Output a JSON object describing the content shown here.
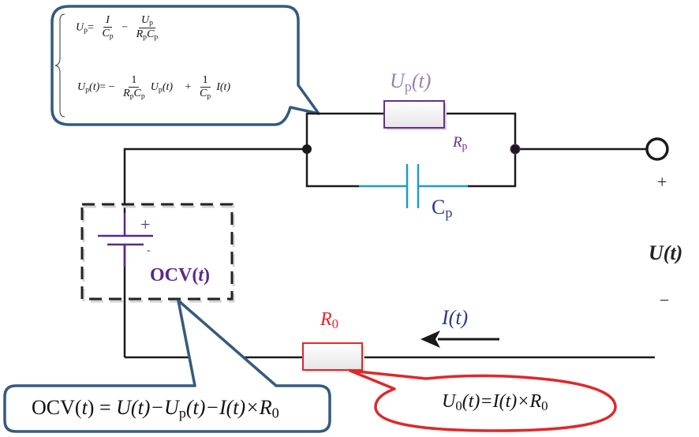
{
  "title": "Thevenin (1st-order RC) battery equivalent circuit model",
  "colors": {
    "wire": "#1a1a1a",
    "callout_blue": "#345a7f",
    "callout_red": "#e0272a",
    "rp_purple": "#6a2d8a",
    "up_label": "#9b7fb5",
    "cp_blue": "#1e9bd2",
    "cp_label": "#2b3a86",
    "r0_red": "#e0272a",
    "current_blue": "#2b3a86",
    "ocv_purple": "#5a2a86"
  },
  "callouts": {
    "rc_equations": {
      "line1": {
        "lhs_var": "U",
        "lhs_sub": "p",
        "eq": "=",
        "frac1_num": "I",
        "frac1_den_var": "C",
        "frac1_den_sub": "p",
        "minus": "−",
        "frac2_num_var": "U",
        "frac2_num_sub": "p",
        "frac2_den": "R",
        "frac2_den_sub1": "p",
        "frac2_den_var2": "C",
        "frac2_den_sub2": "p"
      },
      "line2": {
        "lhs_var": "U",
        "lhs_sub": "p",
        "lhs_arg": "(t)",
        "eq": "=",
        "minus": "−",
        "frac1_num": "1",
        "frac1_den": "R",
        "frac1_den_sub1": "p",
        "frac1_den_var2": "C",
        "frac1_den_sub2": "p",
        "term1_var": "U",
        "term1_sub": "p",
        "term1_arg": "(t)",
        "plus": "+",
        "frac2_num": "1",
        "frac2_den_var": "C",
        "frac2_den_sub": "p",
        "term2": "I(t)"
      }
    },
    "ocv_equation": {
      "prefix": "OCV(",
      "t": "t",
      "mid": ") = ",
      "u": "U",
      "ut": "(t)−",
      "up": "U",
      "up_sub": "p",
      "upt": "(t)−",
      "i": "I",
      "it": "(t)×",
      "r": "R",
      "r_sub": "0"
    },
    "u0_equation": {
      "u": "U",
      "u_sub": "0",
      "ut": "(t)=",
      "i": "I",
      "it": "(t)×",
      "r": "R",
      "r_sub": "0"
    }
  },
  "labels": {
    "up_t": {
      "var": "U",
      "sub": "p",
      "arg": "(t)"
    },
    "rp": {
      "var": "R",
      "sub": "p"
    },
    "cp": {
      "var": "C",
      "sub": "p"
    },
    "ocv": {
      "text": "OCV(",
      "t": "t",
      "close": ")"
    },
    "battery_plus": "+",
    "battery_minus": "-",
    "r0": {
      "var": "R",
      "sub": "0"
    },
    "current": {
      "var": "I",
      "arg": "(t)"
    },
    "terminal_plus": "+",
    "terminal_minus": "−",
    "terminal_voltage": {
      "var": "U",
      "arg": "(t)"
    }
  }
}
